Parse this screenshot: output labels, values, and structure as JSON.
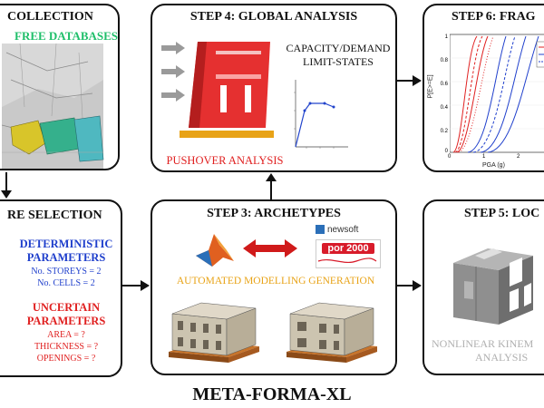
{
  "title": "META-FORMA-XL",
  "box1": {
    "header": "COLLECTION",
    "databases": "FREE DATABASES"
  },
  "box2": {
    "header": "RE SELECTION",
    "deterministic_1": "DETERMINISTIC",
    "deterministic_2": "PARAMETERS",
    "storeys": "No. STOREYS = 2",
    "cells": "No. CELLS = 2",
    "uncertain_1": "UNCERTAIN",
    "uncertain_2": "PARAMETERS",
    "area": "AREA = ?",
    "thickness": "THICKNESS = ?",
    "openings": "OPENINGS = ?"
  },
  "box3": {
    "header": "STEP 3: ARCHETYPES",
    "newsoft": "newsoft",
    "por2000": "por 2000",
    "modelling": "AUTOMATED MODELLING GENERATION"
  },
  "box4": {
    "header": "STEP 4: GLOBAL ANALYSIS",
    "capacity_1": "CAPACITY/DEMAND",
    "capacity_2": "LIMIT-STATES",
    "pushover": "PUSHOVER ANALYSIS"
  },
  "box5": {
    "header": "STEP 5: LOC",
    "nonlinear_1": "NONLINEAR KINEM",
    "nonlinear_2": "ANALYSIS"
  },
  "box6": {
    "header": "STEP 6: FRAG",
    "y_label": "P[E>=E]",
    "x_label": "PGA (g)",
    "y_ticks": [
      "0",
      "0.2",
      "0.4",
      "0.6",
      "0.8",
      "1"
    ],
    "x_ticks": [
      "0",
      "1",
      "2"
    ]
  },
  "colors": {
    "blue": "#1f3fcc",
    "red": "#e02020",
    "orange": "#e8a317",
    "green": "#1fbf6a"
  }
}
